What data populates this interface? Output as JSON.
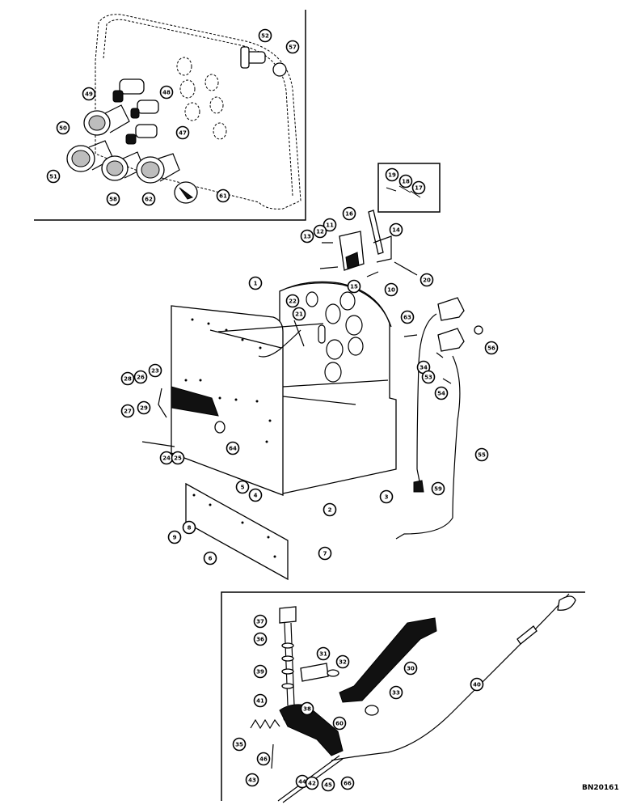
{
  "figure_ref": "BN20161",
  "callouts": {
    "c1": "1",
    "c2": "2",
    "c3": "3",
    "c4": "4",
    "c5": "5",
    "c6": "6",
    "c7": "7",
    "c8": "8",
    "c9": "9",
    "c10": "10",
    "c11": "11",
    "c12": "12",
    "c13": "13",
    "c14": "14",
    "c15": "15",
    "c16": "16",
    "c17": "17",
    "c18": "18",
    "c19": "19",
    "c20": "20",
    "c21": "21",
    "c22": "22",
    "c23": "23",
    "c24": "24",
    "c25": "25",
    "c26": "26",
    "c27": "27",
    "c28": "28",
    "c29": "29",
    "c30": "30",
    "c31": "31",
    "c32": "32",
    "c33": "33",
    "c34": "34",
    "c35": "35",
    "c36": "36",
    "c37": "37",
    "c38": "38",
    "c39": "39",
    "c40": "40",
    "c41": "41",
    "c42": "42",
    "c43": "43",
    "c44": "44",
    "c45": "45",
    "c46": "46",
    "c47": "47",
    "c48": "48",
    "c49": "49",
    "c50": "50",
    "c51": "51",
    "c52": "52",
    "c53": "53",
    "c54": "54",
    "c55": "55",
    "c56": "56",
    "c57": "57",
    "c58": "58",
    "c59": "59",
    "c60": "60",
    "c61": "61",
    "c62": "62",
    "c63": "63",
    "c64": "64",
    "c66": "66"
  }
}
